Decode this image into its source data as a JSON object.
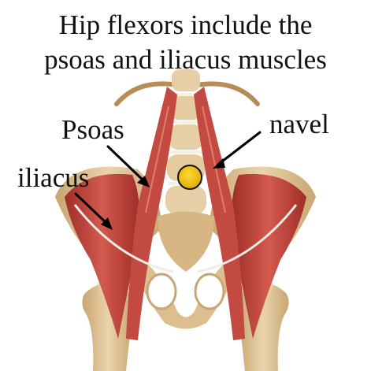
{
  "title": {
    "line1": "Hip flexors include the",
    "line2": "psoas and iliacus muscles"
  },
  "labels": {
    "psoas": "Psoas",
    "navel": "navel",
    "iliacus": "iliacus"
  },
  "colors": {
    "muscle": "#c4473f",
    "muscle_dark": "#8e2a24",
    "bone": "#e2c9a0",
    "bone_shadow": "#c7a672",
    "ligament": "#f3f0ea",
    "navel_marker": "#f2c100",
    "background": "#ffffff"
  }
}
